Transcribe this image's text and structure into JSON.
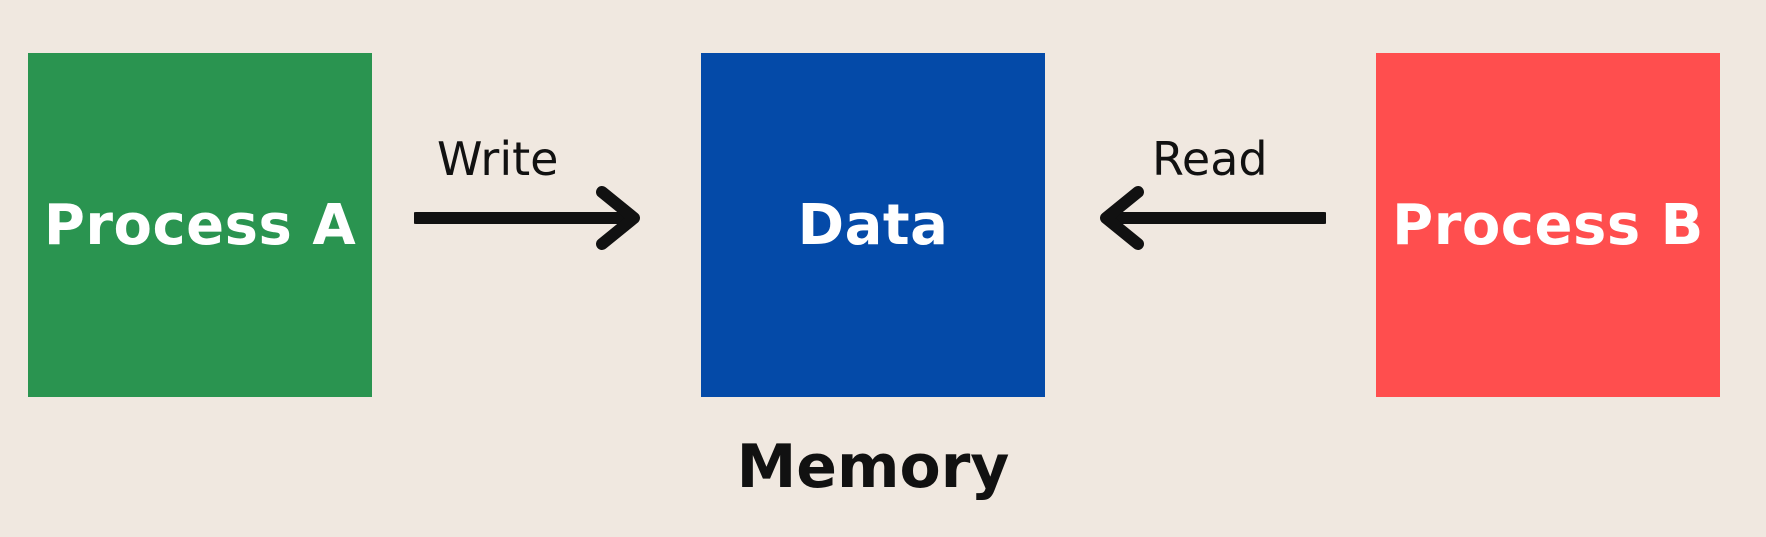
{
  "colors": {
    "background": "#f0e8e0",
    "process_a": "#2a9450",
    "data": "#044aa8",
    "process_b": "#ff4e4e",
    "arrow": "#111111"
  },
  "process_a": {
    "label": "Process A"
  },
  "data_block": {
    "label": "Data"
  },
  "process_b": {
    "label": "Process B"
  },
  "write_arrow": {
    "label": "Write",
    "direction": "right"
  },
  "read_arrow": {
    "label": "Read",
    "direction": "left"
  },
  "memory": {
    "label": "Memory"
  }
}
